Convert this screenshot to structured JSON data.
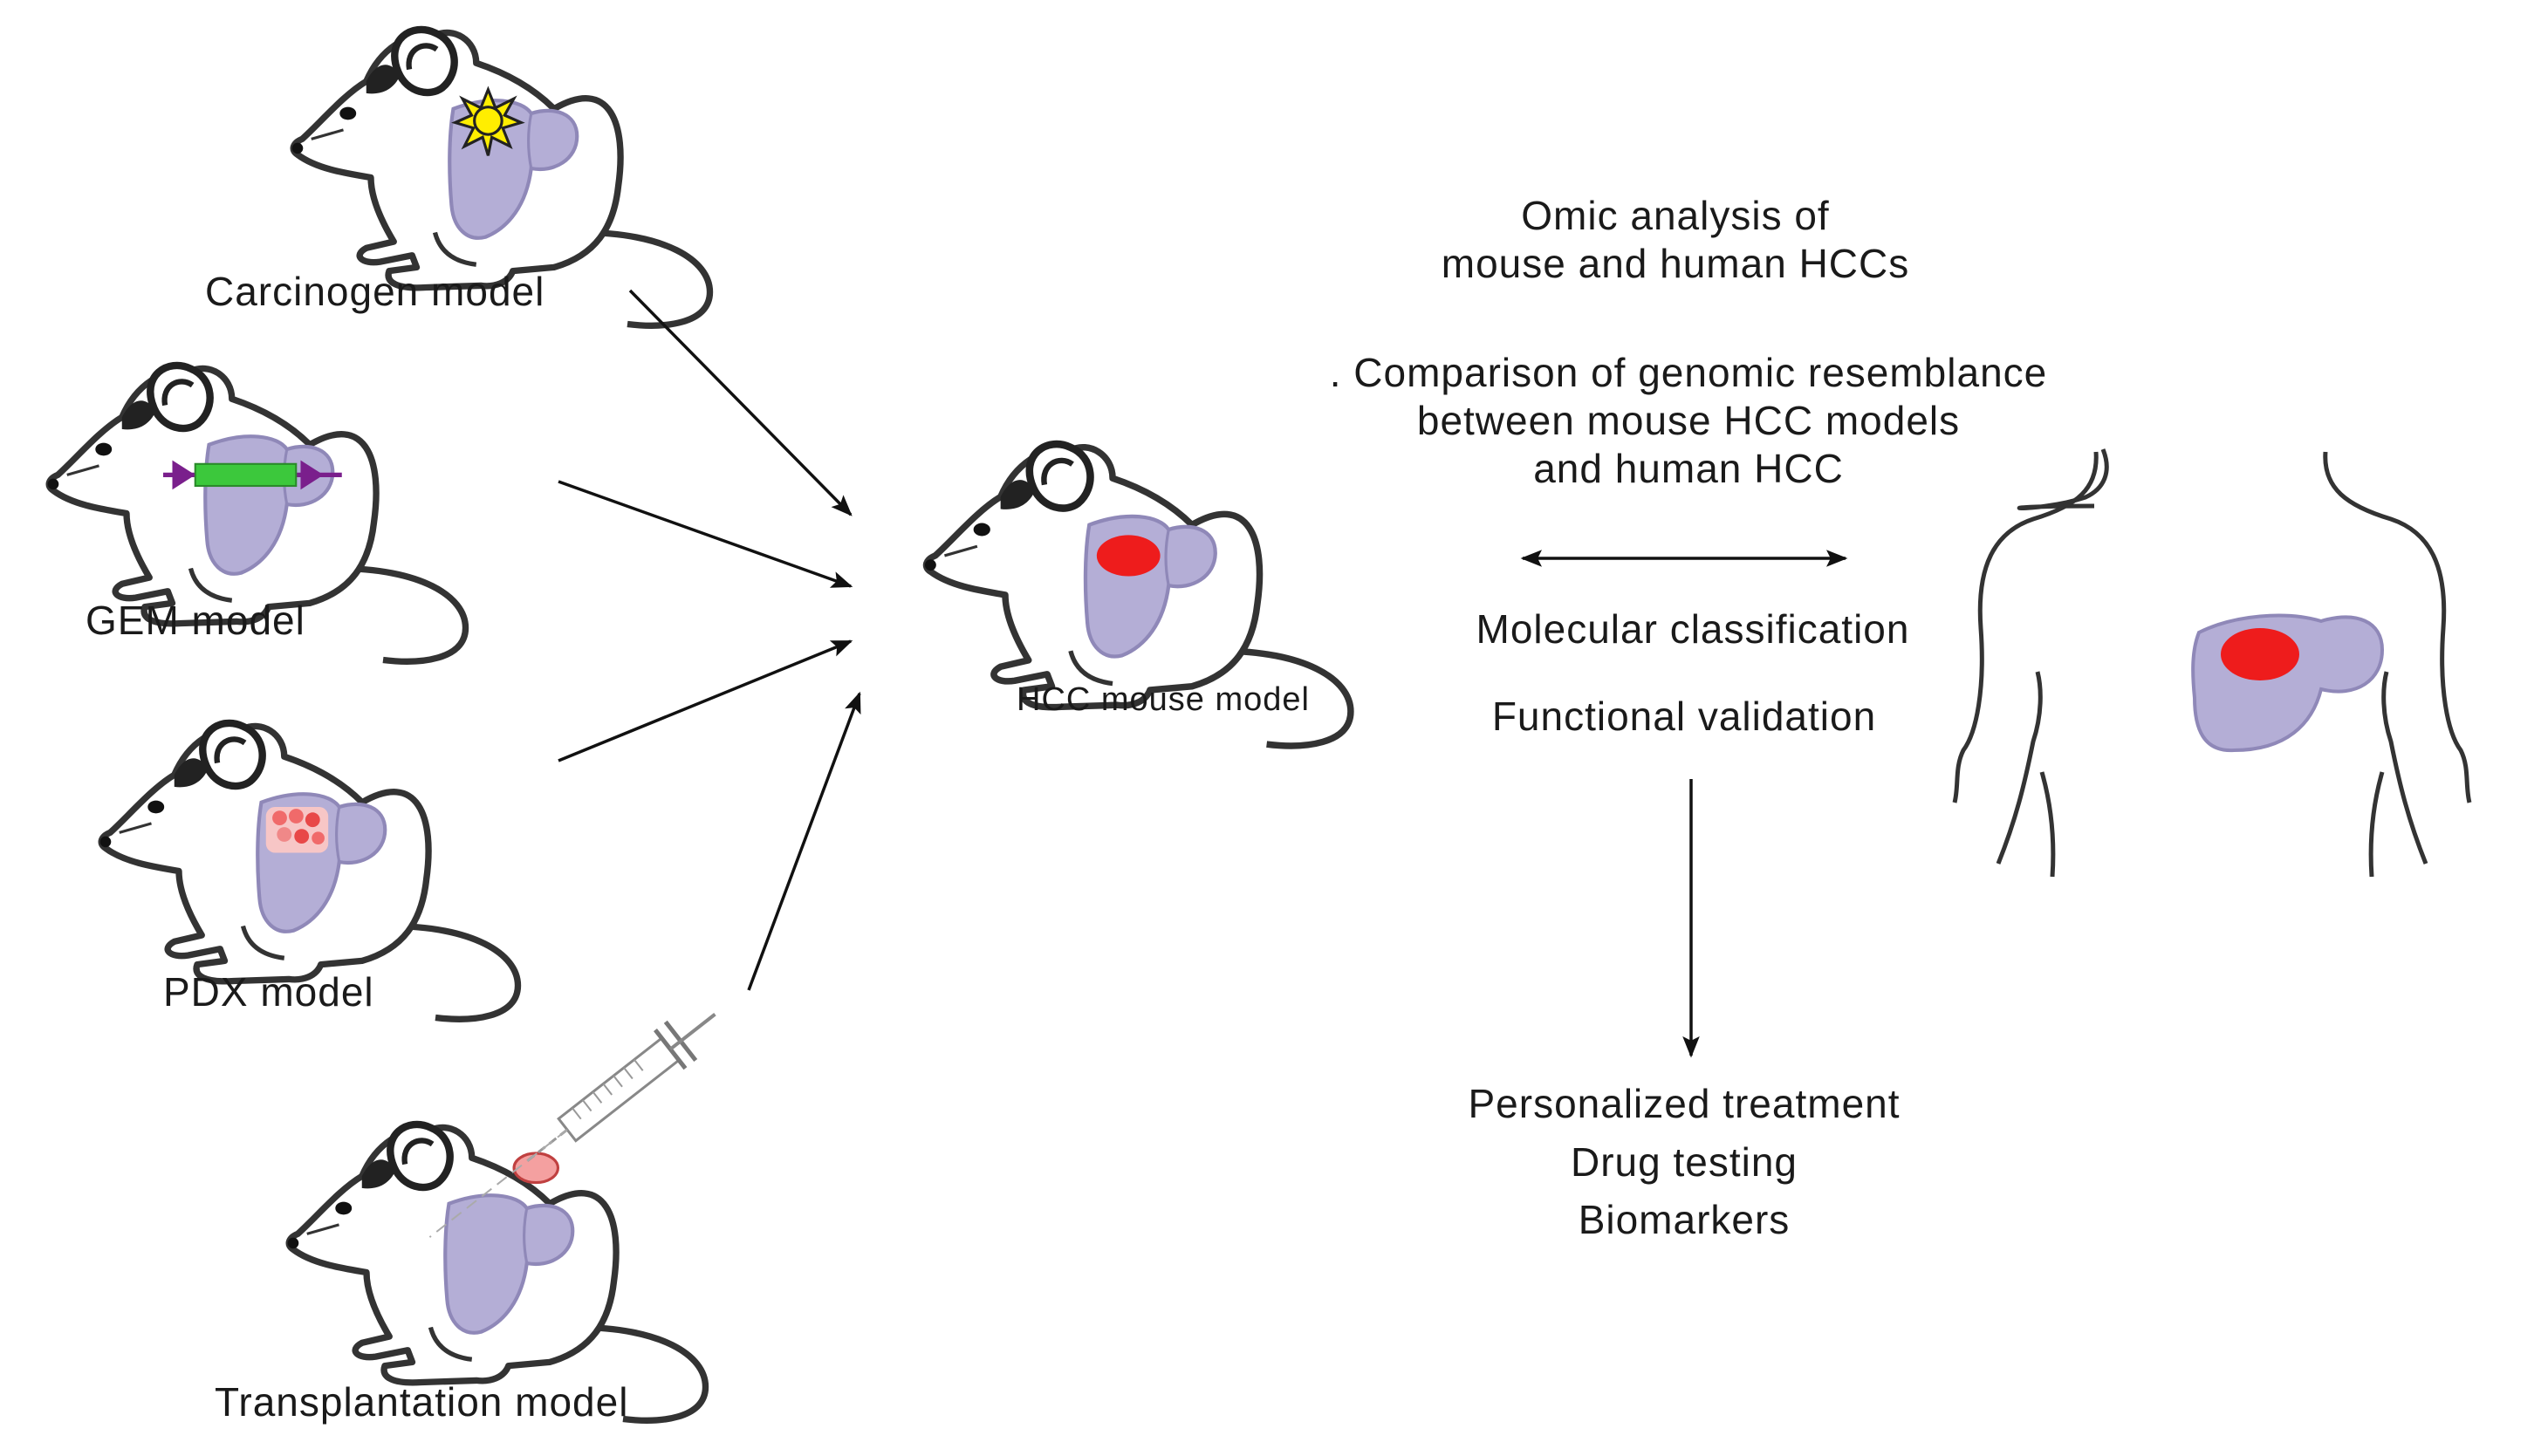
{
  "models": {
    "carcinogen": "Carcinogen model",
    "gem": "GEM model",
    "pdx": "PDX model",
    "transplantation": "Transplantation model"
  },
  "hcc_mouse_model": "HCC mouse model",
  "omic": {
    "line1": "Omic analysis of",
    "line2": "mouse and human HCCs"
  },
  "comparison": {
    "line1": ". Comparison of genomic resemblance",
    "line2": "between mouse HCC models",
    "line3": "and human HCC"
  },
  "molecular_classification": "Molecular classification",
  "functional_validation": "Functional validation",
  "outcomes": {
    "line1": "Personalized treatment",
    "line2": "Drug testing",
    "line3": "Biomarkers"
  },
  "colors": {
    "liver": "#b4aed6",
    "liver_outline": "#8f88b8",
    "tumor": "#ee1c1c",
    "sun": "#ffee00",
    "vector_green": "#3cc83c",
    "vector_purple": "#7a1f8c",
    "pdx_tissue": "#f06a6a",
    "transplant_tumor": "#f4a0a0"
  }
}
